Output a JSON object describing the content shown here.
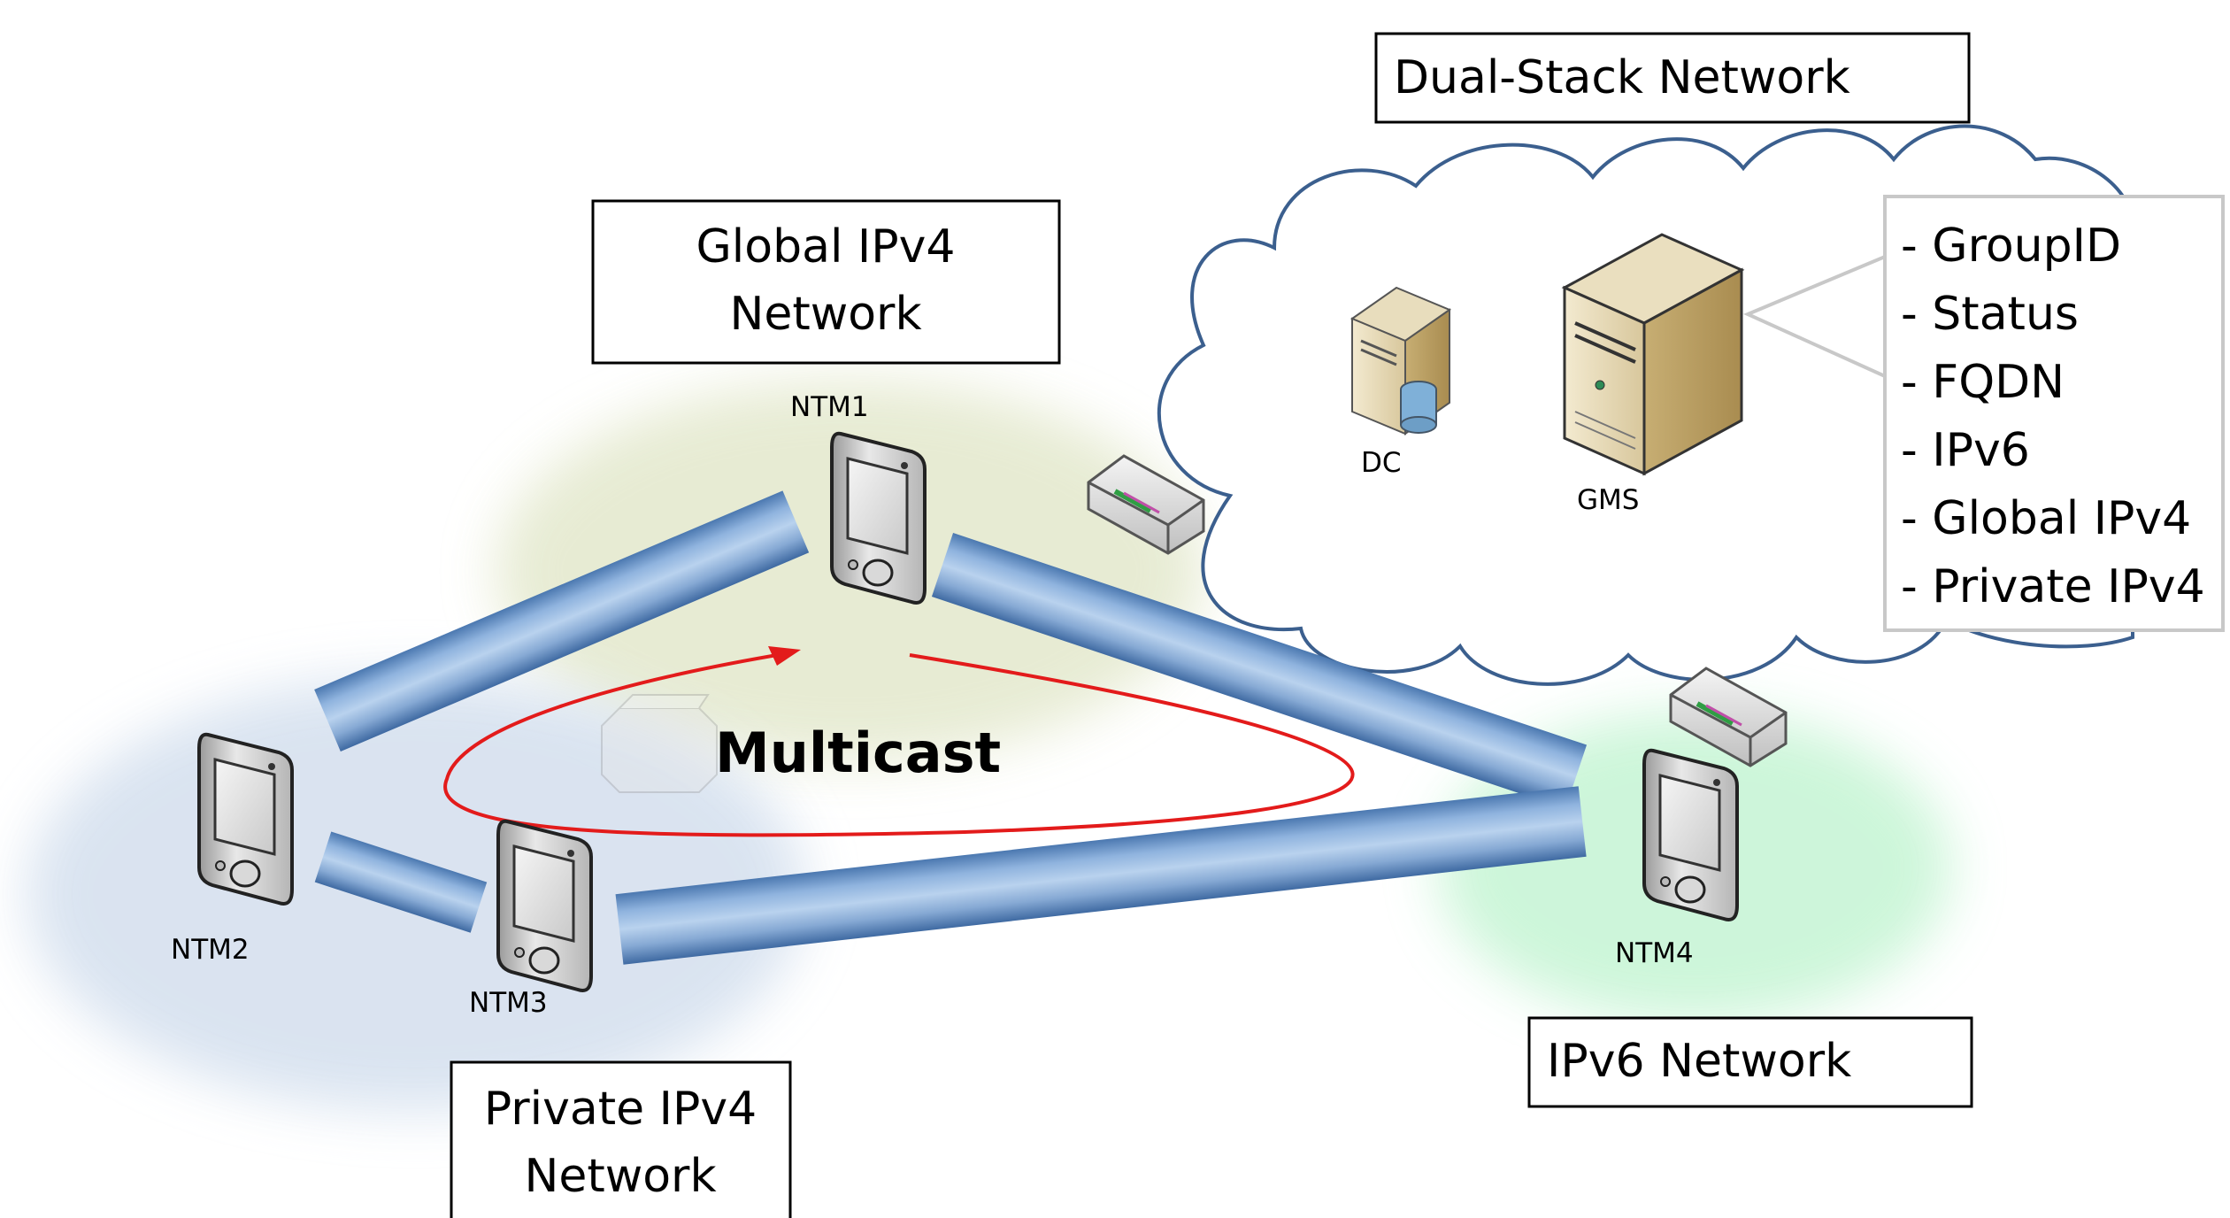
{
  "labels": {
    "dual_stack": "Dual-Stack Network",
    "global_ipv4_line1": "Global IPv4",
    "global_ipv4_line2": "Network",
    "private_ipv4_line1": "Private IPv4",
    "private_ipv4_line2": "Network",
    "ipv6": "IPv6 Network",
    "multicast": "Multicast"
  },
  "nodes": {
    "ntm1": "NTM1",
    "ntm2": "NTM2",
    "ntm3": "NTM3",
    "ntm4": "NTM4",
    "dc": "DC",
    "gms": "GMS"
  },
  "gms_info": {
    "items": [
      "- GroupID",
      "- Status",
      "- FQDN",
      "- IPv6",
      "- Global IPv4",
      "- Private IPv4"
    ]
  },
  "colors": {
    "tunnel": "#6b97c8",
    "global_zone": "#e3e8cc",
    "private_zone": "#d6e1ef",
    "ipv6_zone": "#c8f5d6",
    "cloud_stroke": "#3b5f8e",
    "multicast_arrow": "#e31b1b"
  }
}
